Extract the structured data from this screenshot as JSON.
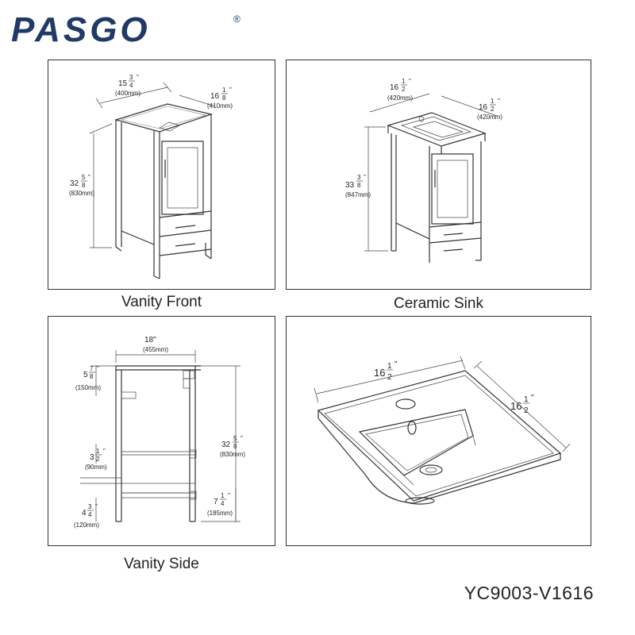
{
  "brand": {
    "name": "PASGO",
    "registered": "®",
    "color": "#1f3a66"
  },
  "model_number": "YC9003-V1616",
  "panels": {
    "vanity_front": {
      "caption": "Vanity Front",
      "width": {
        "whole": "15",
        "num": "3",
        "den": "4",
        "mark": "\"",
        "mm": "(400mm)"
      },
      "depth": {
        "whole": "16",
        "num": "1",
        "den": "8",
        "mark": "\"",
        "mm": "(410mm)"
      },
      "height": {
        "whole": "32",
        "num": "5",
        "den": "8",
        "mark": "\"",
        "mm": "(830mm)"
      }
    },
    "ceramic_sink": {
      "caption": "Ceramic Sink",
      "width": {
        "whole": "16",
        "num": "1",
        "den": "2",
        "mark": "\"",
        "mm": "(420mm)"
      },
      "depth": {
        "whole": "16",
        "num": "1",
        "den": "2",
        "mark": "\"",
        "mm": "(420mm)"
      },
      "height": {
        "whole": "33",
        "num": "3",
        "den": "8",
        "mark": "\"",
        "mm": "(847mm)"
      }
    },
    "vanity_side": {
      "caption": "Vanity Side",
      "top_width": {
        "text": "18\"",
        "mm": "(455mm)"
      },
      "top_gap": {
        "whole": "5",
        "num": "7",
        "den": "8",
        "mark": "\"",
        "mm": "(150mm)"
      },
      "shelf_gap": {
        "whole": "3",
        "num": "1",
        "den": "2",
        "mark": "\"",
        "mm": "(90mm)"
      },
      "leg_height": {
        "whole": "4",
        "num": "3",
        "den": "4",
        "mark": "\"",
        "mm": "(120mm)"
      },
      "total_height": {
        "whole": "32",
        "num": "5",
        "den": "8",
        "mark": "\"",
        "mm": "(830mm)"
      },
      "drawer_height": {
        "whole": "7",
        "num": "1",
        "den": "4",
        "mark": "\"",
        "mm": "(185mm)"
      }
    },
    "sink_detail": {
      "width": {
        "whole": "16",
        "num": "1",
        "den": "2",
        "mark": "\""
      },
      "depth": {
        "whole": "16",
        "num": "1",
        "den": "2",
        "mark": "\""
      }
    }
  }
}
